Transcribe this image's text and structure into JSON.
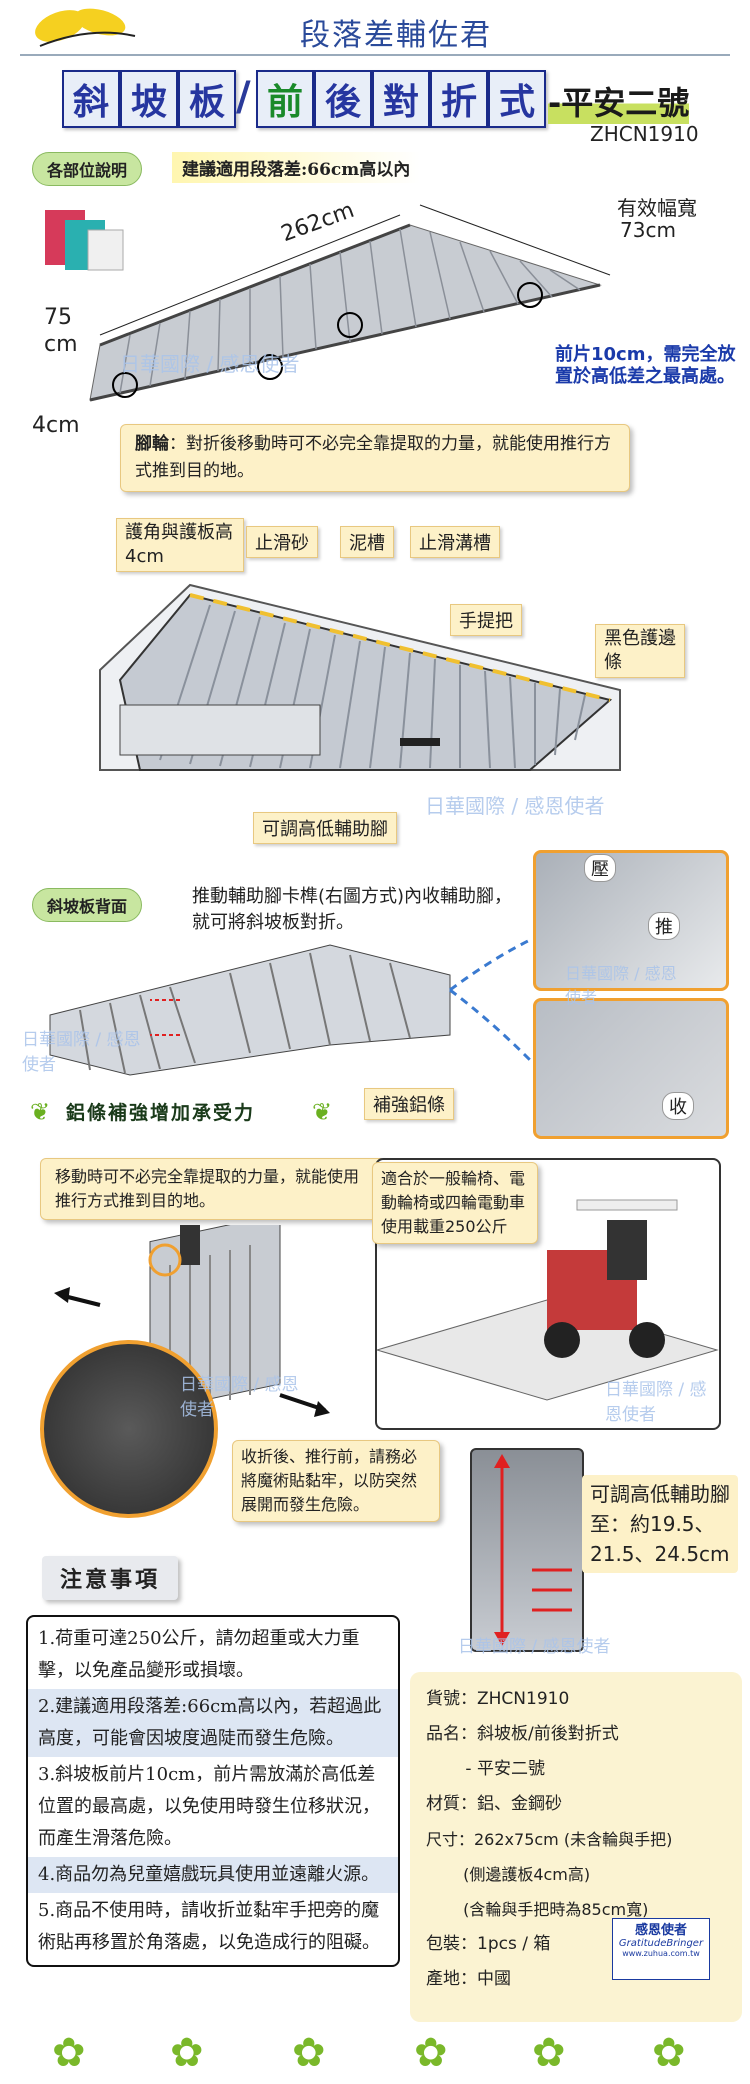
{
  "header": {
    "brand": "段落差輔佐君",
    "title_chars": [
      "斜",
      "坡",
      "板"
    ],
    "title_chars2": [
      "前",
      "後",
      "對",
      "折",
      "式"
    ],
    "title_suffix": "-平安二號",
    "model": "ZHCN1910"
  },
  "parts": {
    "tag": "各部位說明",
    "applicable": "建議適用段落差:66cm高以內",
    "length": "262cm",
    "height_a": "75",
    "height_b": "cm",
    "guard": "4cm",
    "width_label": "有效幅寬",
    "width_value": "73cm",
    "front_note": "前片10cm，需完全放置於高低差之最高處。",
    "wheel_title": "腳輪",
    "wheel_text": "：對折後移動時可不必完全靠提取的力量，就能使用推行方式推到目的地。"
  },
  "features": {
    "corner": "護角與護板高4cm",
    "antislip": "止滑砂",
    "groove": "泥槽",
    "antislip_groove": "止滑溝槽",
    "handle": "手提把",
    "black_edge": "黑色護邊條",
    "adjust_foot": "可調高低輔助腳"
  },
  "back": {
    "tag": "斜坡板背面",
    "desc": "推動輔助腳卡榫(右圖方式)內收輔助腳，就可將斜坡板對折。",
    "press": "壓",
    "push": "推",
    "retract": "收",
    "reinforce": "補強鋁條",
    "banner": "鋁條補強增加承受力"
  },
  "usage": {
    "move_note": "移動時可不必完全靠提取的力量，就能使用推行方式推到目的地。",
    "fit_note": "適合於一般輪椅、電動輪椅或四輪電動車使用載重250公斤",
    "velcro_note": "收折後、推行前，請務必將魔術貼黏牢，以防突然展開而發生危險。",
    "height_note": "可調高低輔助腳至：約19.5、21.5、24.5cm"
  },
  "watermark": "日華國際 / 感恩使者",
  "cautions": {
    "title": "注意事項",
    "items": [
      "1.荷重可達250公斤，請勿超重或大力重擊，以免產品變形或損壞。",
      "2.建議適用段落差:66cm高以內，若超過此高度，可能會因坡度過陡而發生危險。",
      "3.斜坡板前片10cm，前片需放滿於高低差位置的最高處，以免使用時發生位移狀況，而產生滑落危險。",
      "4.商品勿為兒童嬉戲玩具使用並遠離火源。",
      "5.商品不使用時，請收折並黏牢手把旁的魔術貼再移置於角落處，以免造成行的阻礙。"
    ]
  },
  "specs": {
    "rows": [
      "貨號：ZHCN1910",
      "品名：斜坡板/前後對折式",
      "　　 - 平安二號",
      "材質：鋁、金鋼砂",
      "尺寸：262x75cm (未含輪與手把)",
      "　　 (側邊護板4cm高)",
      "　　 (含輪與手把時為85cm寬)",
      "包裝：1pcs / 箱",
      "產地：中國"
    ],
    "logo_cn": "感恩使者",
    "logo_en": "GratitudeBringer",
    "logo_url": "www.zuhua.com.tw"
  },
  "colors": {
    "accent_blue": "#2636a0",
    "note_bg": "#fdf1c8",
    "green": "#7ab82a"
  }
}
